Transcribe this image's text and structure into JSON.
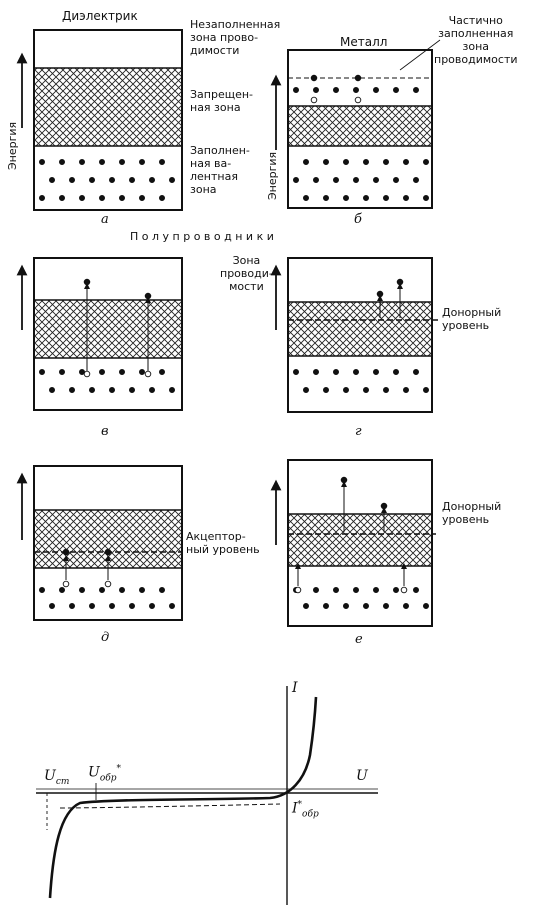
{
  "panels": {
    "a": {
      "header": "Диэлектрик",
      "subtitle": "а",
      "labels": {
        "empty_band": "Незаполненная\nзона прово-\nдимости",
        "forbidden": "Запрещен-\nная зона",
        "valence": "Заполнен-\nная ва-\nлентная\nзона"
      },
      "axis": "Энергия"
    },
    "b": {
      "header": "Металл",
      "subtitle": "б",
      "labels": {
        "partial": "Частично\nзаполненная\nзона\nпроводимости"
      },
      "axis": "Энергия"
    },
    "semiconductors_title": "П о л у п р о в о д н и к и",
    "v": {
      "subtitle": "в"
    },
    "g": {
      "subtitle": "г",
      "labels": {
        "cond_band": "Зона\nпроводи-\nмости",
        "donor": "Донорный\nуровень"
      }
    },
    "d": {
      "subtitle": "д",
      "labels": {
        "acceptor": "Акцептор-\nный уровень"
      }
    },
    "e": {
      "subtitle": "е",
      "labels": {
        "donor": "Донорный\nуровень"
      }
    }
  },
  "iv": {
    "axis_I": "I",
    "axis_U": "U",
    "U_st": "U",
    "U_st_sub": "ст",
    "U_obr": "U",
    "U_obr_sub": "обр",
    "I_obr": "I",
    "I_obr_sub": "обр"
  }
}
